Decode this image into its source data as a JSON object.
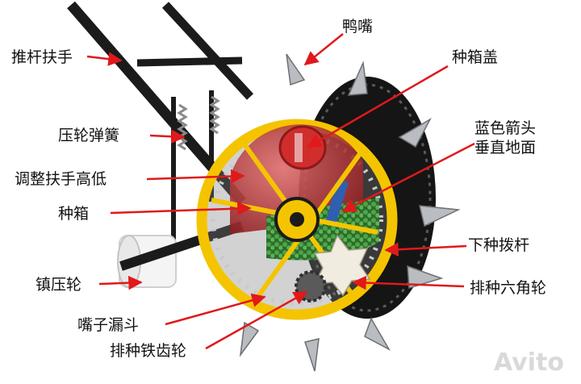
{
  "labels": {
    "push_handle": "推杆扶手",
    "duck_beak": "鸭嘴",
    "seed_box_cover": "种箱盖",
    "press_wheel_spring": "压轮弹簧",
    "blue_arrow_line1": "蓝色箭头",
    "blue_arrow_line2": "垂直地面",
    "adjust_handle_height": "调整扶手高低",
    "seed_box": "种箱",
    "lower_seed_lever": "下种拨杆",
    "press_wheel": "镇压轮",
    "hex_seed_wheel": "排种六角轮",
    "nozzle_funnel": "嘴子漏斗",
    "iron_seed_gear": "排种铁齿轮"
  },
  "watermark": "Avito",
  "colors": {
    "arrow": "#e0191b",
    "rim": "#f5c400",
    "frame": "#1b1b1b",
    "seed": "#3f8f3a",
    "seed_box": "#c0282b",
    "blue_arrow": "#2f5fb0",
    "steel": "#b9bcc0"
  }
}
